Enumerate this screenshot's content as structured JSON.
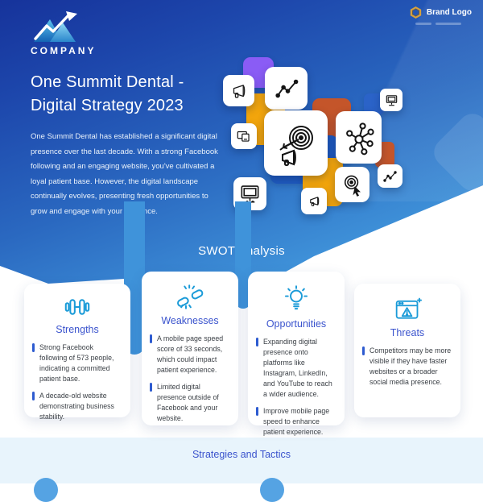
{
  "brand": {
    "company_name": "COMPANY",
    "logo_text": "Brand Logo"
  },
  "hero": {
    "title": "One Summit Dental - Digital Strategy 2023",
    "description": "One Summit Dental has established a significant digital presence over the last decade. With a strong Facebook following and an engaging website, you've cultivated a loyal patient base. However, the digital landscape continually evolves, presenting fresh opportunities to grow and engage with your audience."
  },
  "decorative_icons": [
    "megaphone-icon",
    "line-chart-icon",
    "monitor-icon",
    "devices-icon",
    "target-megaphone-icon",
    "network-icon",
    "monitor-icon",
    "megaphone-icon",
    "target-cursor-icon",
    "line-chart-icon"
  ],
  "swot": {
    "heading": "SWOT Analysis",
    "cards": [
      {
        "title": "Strengths",
        "icon": "dumbbell-icon",
        "items": [
          "Strong Facebook following of 573 people, indicating a committed patient base.",
          "A decade-old website demonstrating business stability."
        ]
      },
      {
        "title": "Weaknesses",
        "icon": "broken-link-icon",
        "items": [
          "A mobile page speed score of 33 seconds, which could impact patient experience.",
          "Limited digital presence outside of Facebook and your website."
        ]
      },
      {
        "title": "Opportunities",
        "icon": "lightbulb-icon",
        "items": [
          "Expanding digital presence onto platforms like Instagram, LinkedIn, and YouTube to reach a wider audience.",
          "Improve mobile page speed to enhance patient experience."
        ]
      },
      {
        "title": "Threats",
        "icon": "warning-browser-icon",
        "items": [
          "Competitors may be more visible if they have faster websites or a broader social media presence."
        ]
      }
    ]
  },
  "strategies": {
    "heading": "Strategies and Tactics"
  },
  "colors": {
    "hero_gradient_top": "#16339b",
    "hero_gradient_bottom": "#4aa0de",
    "card_title_blue": "#3a53cd",
    "card_icon_blue": "#1b9bd8",
    "bullet_blue": "#2d5bd0",
    "light_section_bg": "#e8f4fc",
    "peek_circle_blue": "#55a3e3",
    "tile_purple": "#8a5cf5",
    "tile_orange": "#f2a50c",
    "tile_red": "#c4552a",
    "tile_blue": "#1f59bd",
    "brand_gold": "#d9a23c"
  }
}
